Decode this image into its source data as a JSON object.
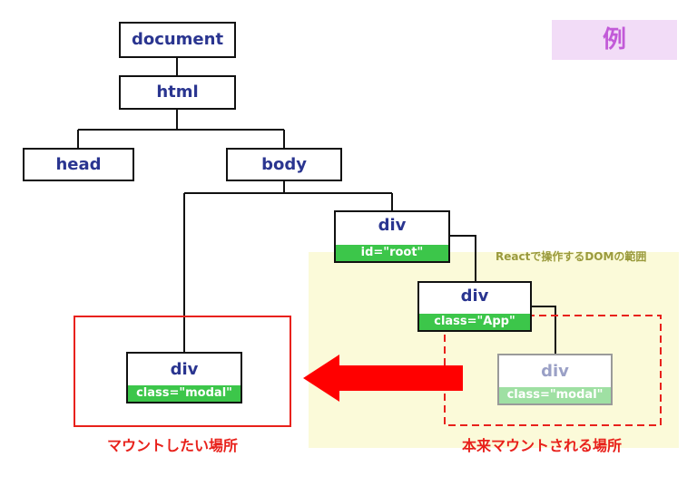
{
  "badge": {
    "text": "例",
    "bg": "#f2dcf7",
    "color": "#c25ad8"
  },
  "nodes": {
    "document": {
      "name": "document"
    },
    "html": {
      "name": "html"
    },
    "head": {
      "name": "head"
    },
    "body": {
      "name": "body"
    },
    "root": {
      "name": "div",
      "attr": "id=\"root\""
    },
    "app": {
      "name": "div",
      "attr": "class=\"App\""
    },
    "modal_target": {
      "name": "div",
      "attr": "class=\"modal\""
    },
    "modal_original": {
      "name": "div",
      "attr": "class=\"modal\""
    }
  },
  "react_area": {
    "label": "Reactで操作するDOMの範囲",
    "bg": "#fbfad9",
    "label_color": "#9a9a3c"
  },
  "mount_target": {
    "label": "マウントしたい場所",
    "color": "#e8211b"
  },
  "mount_original": {
    "label": "本来マウントされる場所",
    "color": "#e8211b"
  },
  "colors": {
    "node_text": "#2a3590",
    "attr_bg": "#3cc64a",
    "arrow": "#ff0000"
  }
}
